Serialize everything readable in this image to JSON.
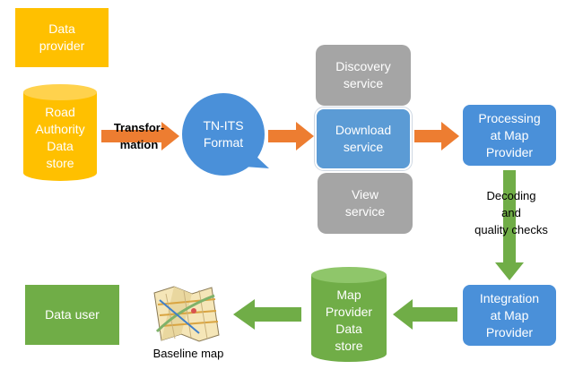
{
  "nodes": {
    "data_provider": "Data\nprovider",
    "road_authority": "Road\nAuthority\nData\nstore",
    "tnits": "TN-ITS\nFormat",
    "discovery": "Discovery\nservice",
    "download": "Download\nservice",
    "view": "View\nservice",
    "processing": "Processing\nat Map\nProvider",
    "integration": "Integration\nat Map\nProvider",
    "map_store": "Map\nProvider\nData\nstore",
    "data_user": "Data user"
  },
  "labels": {
    "transformation": "Transfor-\nmation",
    "decoding": "Decoding\nand\nquality checks",
    "baseline_map": "Baseline map"
  },
  "icons": {
    "baseline_map": "folded-map-icon"
  },
  "colors": {
    "provider": "#FFC000",
    "service": "#A5A5A5",
    "provider_step": "#4A90D9",
    "user": "#70AD47",
    "arrow_orange": "#ED7D31",
    "arrow_green": "#70AD47"
  }
}
